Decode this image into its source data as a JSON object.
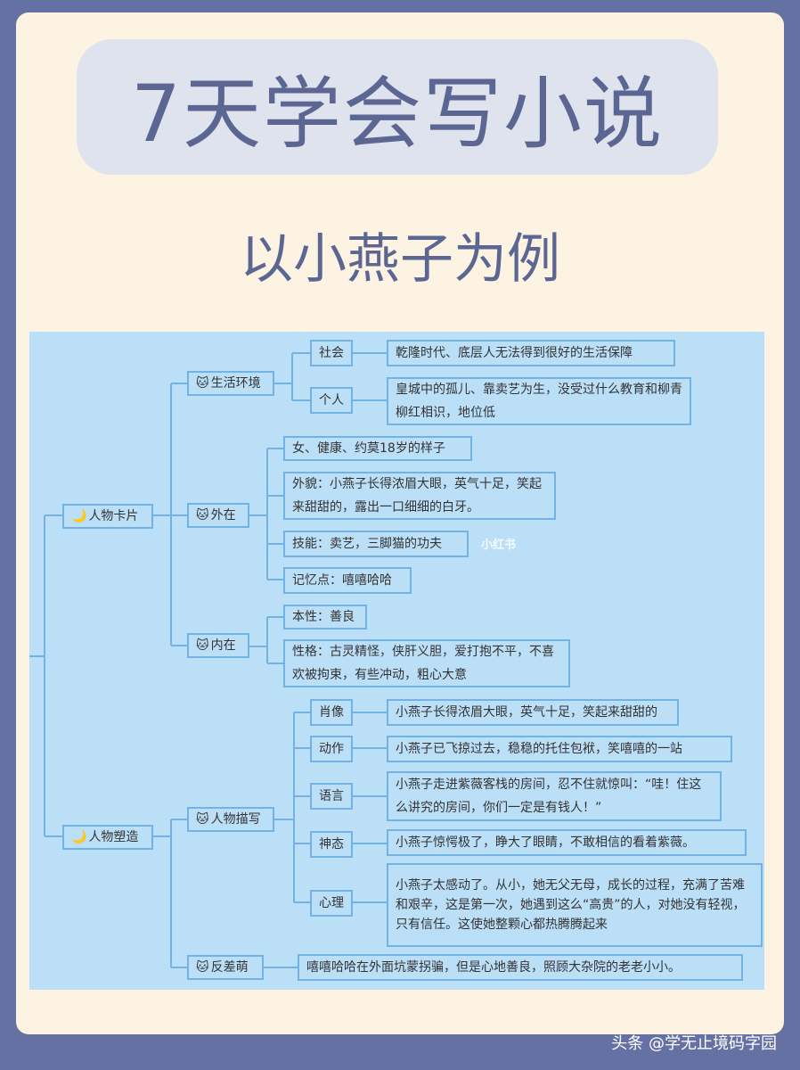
{
  "title": "7天学会写小说",
  "subtitle": "以小燕子为例",
  "watermark": "小红书",
  "footer": "头条 @学无止境码字园",
  "icons": {
    "branch": "banana-icon",
    "sub": "cat-face-icon"
  },
  "colors": {
    "frame": "#6571a2",
    "card": "#fdf3e2",
    "map_bg": "#bcdff8",
    "node_border": "#72b2e4",
    "title_text": "#5b6692"
  },
  "map": {
    "card": "人物卡片",
    "shape": "人物塑造",
    "env": "生活环境",
    "society": "社会",
    "society_text": "乾隆时代、底层人无法得到很好的生活保障",
    "personal": "个人",
    "personal_text": "皇城中的孤儿、靠卖艺为生，没受过什么教育和柳青柳红相识，地位低",
    "outer": "外在",
    "outer1": "女、健康、约莫18岁的样子",
    "outer2": "外貌：小燕子长得浓眉大眼，英气十足，笑起来甜甜的，露出一口细细的白牙。",
    "outer3": "技能：卖艺，三脚猫的功夫",
    "outer4": "记忆点：嘻嘻哈哈",
    "inner": "内在",
    "inner1": "本性：善良",
    "inner2": "性格：古灵精怪，侠肝义胆，爱打抱不平，不喜欢被拘束，有些冲动，粗心大意",
    "desc": "人物描写",
    "portrait": "肖像",
    "portrait_text": "小燕子长得浓眉大眼，英气十足，笑起来甜甜的",
    "action": "动作",
    "action_text": "小燕子已飞掠过去，稳稳的托住包袱，笑嘻嘻的一站",
    "speech": "语言",
    "speech_text": "小燕子走进紫薇客栈的房间，忍不住就惊叫：“哇！住这么讲究的房间，你们一定是有钱人！”",
    "expression": "神态",
    "expression_text": "小燕子惊愕极了，睁大了眼睛，不敢相信的看着紫薇。",
    "mind": "心理",
    "mind_text": "小燕子太感动了。从小，她无父无母，成长的过程，充满了苦难和艰辛，这是第一次，她遇到这么“高贵”的人，对她没有轻视，只有信任。这使她整颗心都热腾腾起来",
    "contrast": "反差萌",
    "contrast_text": "嘻嘻哈哈在外面坑蒙拐骗，但是心地善良，照顾大杂院的老老小小。"
  }
}
